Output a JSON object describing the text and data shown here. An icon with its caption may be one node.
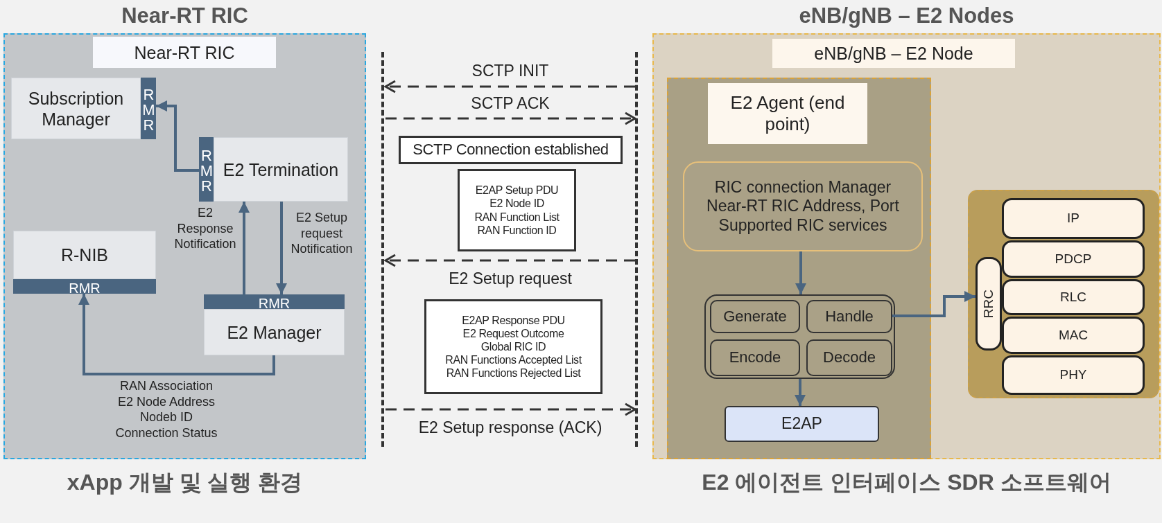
{
  "diagram": {
    "nodes": [
      {
        "text": [
          "Near-RT RIC"
        ],
        "beside": [
          "xApp 개발 및 실행 환경"
        ]
      },
      {
        "text": [
          "Near-RT RIC"
        ],
        "in": 0
      },
      {
        "text": [
          "Subscription Manager"
        ],
        "in": 0
      },
      {
        "text": [
          "RMR"
        ],
        "in": 0
      },
      {
        "text": [
          "E2 Termination"
        ],
        "in": 0
      },
      {
        "text": [
          "RMR"
        ],
        "in": 0
      },
      {
        "text": [
          "R-NIB"
        ],
        "in": 0
      },
      {
        "text": [
          "RMR"
        ],
        "in": 0
      },
      {
        "text": [
          "RMR"
        ],
        "in": 0
      },
      {
        "text": [
          "E2 Manager"
        ],
        "in": 0
      },
      {
        "text": [],
        "shape": "line"
      },
      {
        "text": [],
        "shape": "line"
      },
      {
        "text": [
          "SCTP Connection established"
        ]
      },
      {
        "text": [
          "E2AP Setup PDU",
          "E2 Node ID",
          "RAN Function List",
          "RAN Function ID"
        ]
      },
      {
        "text": [
          "E2AP Response PDU",
          "E2 Request Outcome",
          "Global RIC ID",
          "RAN Functions Accepted List",
          "RAN Functions Rejected List"
        ]
      },
      {
        "text": [
          "eNB/gNB – E2 Nodes"
        ],
        "beside": [
          "E2 에이전트 인터페이스 SDR 소프트웨어"
        ]
      },
      {
        "text": [
          "eNB/gNB – E2 Node"
        ],
        "in": 15
      },
      {
        "text": [],
        "shape": "box",
        "in": 15
      },
      {
        "text": [
          "E2 Agent (end point)"
        ],
        "in": 17
      },
      {
        "text": [
          "RIC connection Manager",
          "Near-RT RIC Address, Port",
          "Supported RIC services"
        ],
        "in": 17
      },
      {
        "text": [],
        "shape": "box",
        "in": 17
      },
      {
        "text": [
          "Generate"
        ],
        "in": 20
      },
      {
        "text": [
          "Handle"
        ],
        "in": 20
      },
      {
        "text": [
          "Encode"
        ],
        "in": 20
      },
      {
        "text": [
          "Decode"
        ],
        "in": 20
      },
      {
        "text": [
          "E2AP"
        ],
        "in": 17
      },
      {
        "text": [],
        "shape": "box",
        "in": 15
      },
      {
        "text": [
          "RRC"
        ],
        "in": 26
      },
      {
        "text": [
          "IP"
        ],
        "in": 26
      },
      {
        "text": [
          "PDCP"
        ],
        "in": 26
      },
      {
        "text": [
          "RLC"
        ],
        "in": 26
      },
      {
        "text": [
          "MAC"
        ],
        "in": 26
      },
      {
        "text": [
          "PHY"
        ],
        "in": 26
      }
    ],
    "edges": [
      {
        "from": 5,
        "to": 3,
        "arrow": "to"
      },
      {
        "from": 8,
        "to": 4,
        "arrow": "to",
        "label": "E2 Response Notification"
      },
      {
        "from": 4,
        "to": 8,
        "arrow": "to",
        "label": "E2 Setup request Notification"
      },
      {
        "from": 9,
        "to": 7,
        "arrow": "to",
        "label": "RAN Association E2 Node Address Nodeb ID Connection Status"
      },
      {
        "from": 11,
        "to": 10,
        "arrow": "to",
        "label": "SCTP INIT",
        "style": "dashed",
        "color": "#333333"
      },
      {
        "from": 10,
        "to": 11,
        "arrow": "to",
        "label": "SCTP ACK",
        "style": "dashed",
        "color": "#333333"
      },
      {
        "from": 11,
        "to": 10,
        "arrow": "to",
        "label": "E2 Setup request",
        "style": "dashed",
        "color": "#333333"
      },
      {
        "from": 10,
        "to": 11,
        "arrow": "to",
        "label": "E2 Setup response (ACK)",
        "style": "dashed",
        "color": "#333333"
      },
      {
        "from": 19,
        "to": 20,
        "arrow": "to"
      },
      {
        "from": 20,
        "to": 25,
        "arrow": "to"
      },
      {
        "from": 22,
        "to": 27,
        "arrow": "to"
      }
    ]
  }
}
